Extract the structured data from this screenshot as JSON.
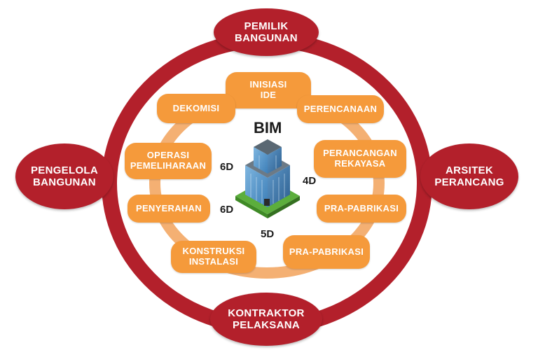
{
  "title": "BIM",
  "stakeholders": {
    "owner": [
      "PEMILIK",
      "BANGUNAN"
    ],
    "architect": [
      "ARSITEK",
      "PERANCANG"
    ],
    "contractor": [
      "KONTRAKTOR",
      "PELAKSANA"
    ],
    "manager": [
      "PENGELOLA",
      "BANGUNAN"
    ]
  },
  "phases": {
    "inisiasi": [
      "INISIASI",
      "IDE"
    ],
    "perencanaan": [
      "PERENCANAAN"
    ],
    "perancangan": [
      "PERANCANGAN",
      "REKAYASA"
    ],
    "prapabrikasi_1": [
      "PRA-PABRIKASI"
    ],
    "prapabrikasi_2": [
      "PRA-PABRIKASI"
    ],
    "konstruksi": [
      "KONSTRUKSI",
      "INSTALASI"
    ],
    "penyerahan": [
      "PENYERAHAN"
    ],
    "operasi": [
      "OPERASI",
      "PEMELIHARAAN"
    ],
    "dekomisi": [
      "DEKOMISI"
    ]
  },
  "dimensions": {
    "left_top": "6D",
    "left_bottom": "6D",
    "right": "4D",
    "bottom": "5D"
  },
  "colors": {
    "stakeholder": "#b3202b",
    "phase": "#f59a3b",
    "outer_ring": "#b3202b",
    "inner_ring": "#f2a25a"
  },
  "icons": {
    "center": "building-icon"
  }
}
